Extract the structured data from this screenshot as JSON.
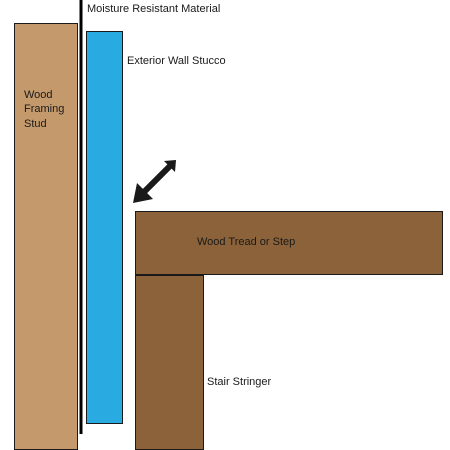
{
  "labels": {
    "membrane": "Moisture Resistant Material",
    "stucco": "Exterior Wall Stucco",
    "stud_line1": "Wood",
    "stud_line2": "Framing",
    "stud_line3": "Stud",
    "tread": "Wood Tread or Step",
    "stringer": "Stair Stringer"
  },
  "colors": {
    "stud": "#c49a6c",
    "stucco": "#29abe2",
    "tread": "#8b6239",
    "stringer": "#8b6239",
    "outline": "#1a1a1a",
    "membrane": "#000000",
    "arrow": "#1a1a1a"
  },
  "icons": {
    "gap_arrow": "arrow-pointing-down-left-icon"
  }
}
